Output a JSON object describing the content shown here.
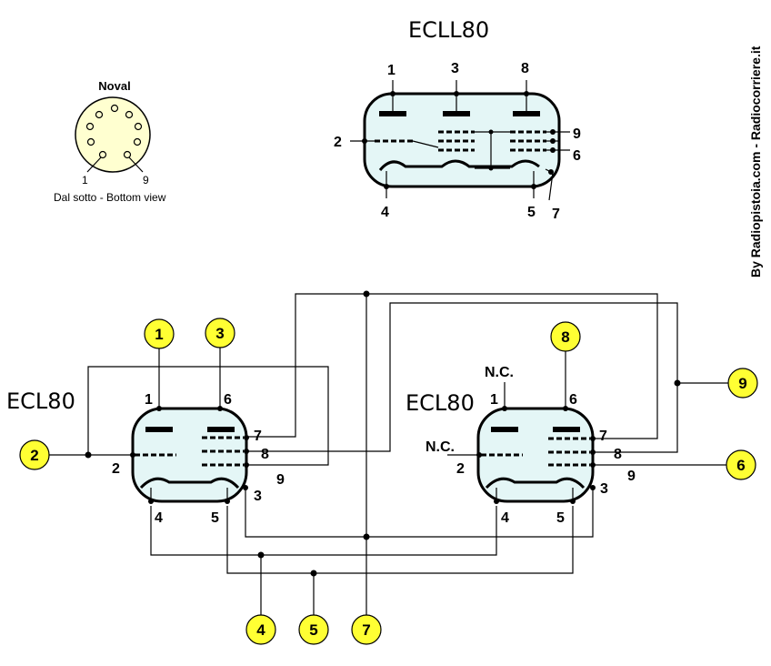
{
  "credit": "By Radiopistoia.com - Radiocorriere.it",
  "noval": {
    "title": "Noval",
    "pin_first": "1",
    "pin_last": "9",
    "caption": "Dal sotto - Bottom view"
  },
  "ecll80": {
    "title": "ECLL80",
    "pins": {
      "p1": "1",
      "p2": "2",
      "p3": "3",
      "p4": "4",
      "p5": "5",
      "p6": "6",
      "p7": "7",
      "p8": "8",
      "p9": "9"
    }
  },
  "left_tube": {
    "title": "ECL80",
    "pins": {
      "p1": "1",
      "p2": "2",
      "p3": "3",
      "p4": "4",
      "p5": "5",
      "p6": "6",
      "p7": "7",
      "p8": "8",
      "p9": "9"
    }
  },
  "right_tube": {
    "title": "ECL80",
    "nc_top": "N.C.",
    "nc_left": "N.C.",
    "pins": {
      "p1": "1",
      "p2": "2",
      "p3": "3",
      "p4": "4",
      "p5": "5",
      "p6": "6",
      "p7": "7",
      "p8": "8",
      "p9": "9"
    }
  },
  "terminals": {
    "t1": "1",
    "t3": "3",
    "t8": "8",
    "t9": "9",
    "t2": "2",
    "t6": "6",
    "t4": "4",
    "t5": "5",
    "t7": "7"
  },
  "colors": {
    "terminal": "#ffff33",
    "envelope": "#e4f6f6"
  }
}
